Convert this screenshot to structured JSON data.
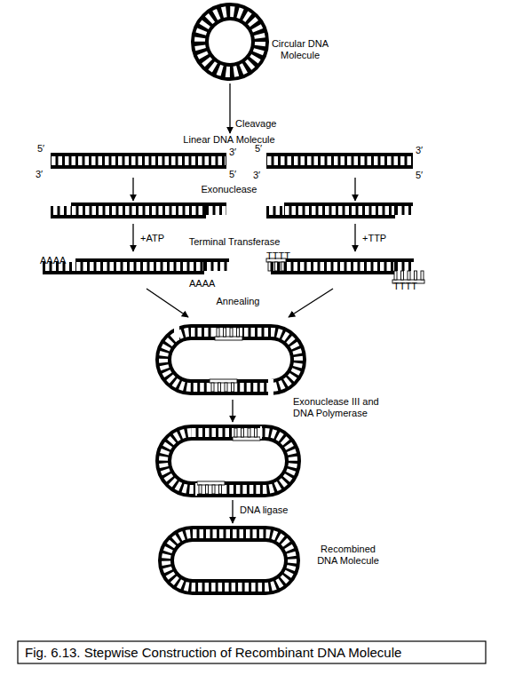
{
  "diagram": {
    "caption": "Fig. 6.13. Stepwise Construction of Recombinant DNA Molecule",
    "labels": [
      "Circular DNA Molecule",
      "Cleavage",
      "Linear DNA Molecule",
      "5′",
      "3′",
      "5′",
      "3′",
      "3′",
      "5′",
      "3′",
      "5′",
      "Exonuclease",
      "+ATP",
      "Terminal Transferase",
      "+TTP",
      "AAAA",
      "AAAA",
      "TTTT",
      "TTTT",
      "Annealing",
      "Exonuclease III and DNA Polymerase",
      "DNA ligase",
      "Recombined DNA Molecule"
    ]
  }
}
